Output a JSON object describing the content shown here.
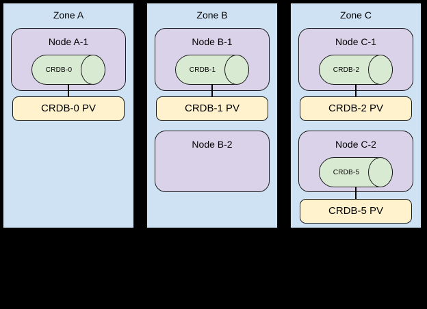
{
  "diagram": {
    "description": "Three-zone Kubernetes topology with CockroachDB pods and persistent volumes",
    "colors": {
      "background": "#000000",
      "zone_fill": "#cfe2f3",
      "node_fill": "#d9d2e9",
      "cylinder_fill": "#d9ead3",
      "pv_fill": "#fff2cc",
      "border": "#000000"
    },
    "zones": [
      {
        "label": "Zone A",
        "nodes": [
          {
            "label": "Node A-1",
            "cylinder_label": "CRDB-0"
          }
        ],
        "pvs": [
          {
            "label": "CRDB-0 PV"
          }
        ]
      },
      {
        "label": "Zone B",
        "nodes": [
          {
            "label": "Node B-1",
            "cylinder_label": "CRDB-1"
          },
          {
            "label": "Node B-2"
          }
        ],
        "pvs": [
          {
            "label": "CRDB-1 PV"
          }
        ]
      },
      {
        "label": "Zone C",
        "nodes": [
          {
            "label": "Node C-1",
            "cylinder_label": "CRDB-2"
          },
          {
            "label": "Node C-2",
            "cylinder_label": "CRDB-5"
          }
        ],
        "pvs": [
          {
            "label": "CRDB-2 PV"
          },
          {
            "label": "CRDB-5 PV"
          }
        ]
      }
    ]
  }
}
